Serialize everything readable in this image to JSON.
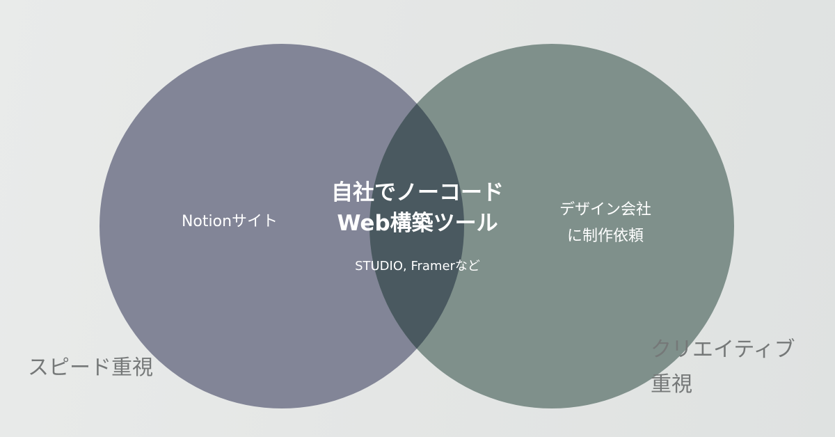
{
  "diagram": {
    "colors": {
      "background": "#e6e8e7",
      "left_circle": "#828597",
      "right_circle": "#7f908b",
      "intersection": "#4a5960",
      "text_on_dark": "#ffffff",
      "caption_text": "#757878"
    },
    "left_circle": {
      "label": "Notionサイト"
    },
    "intersection": {
      "title_line1": "自社でノーコード",
      "title_line2": "Web構築ツール",
      "subtitle": "STUDIO, Framerなど"
    },
    "right_circle": {
      "label_line1": "デザイン会社",
      "label_line2": "に制作依頼"
    },
    "captions": {
      "left": "スピード重視",
      "right_line1": "クリエイティブ",
      "right_line2": "重視"
    }
  }
}
